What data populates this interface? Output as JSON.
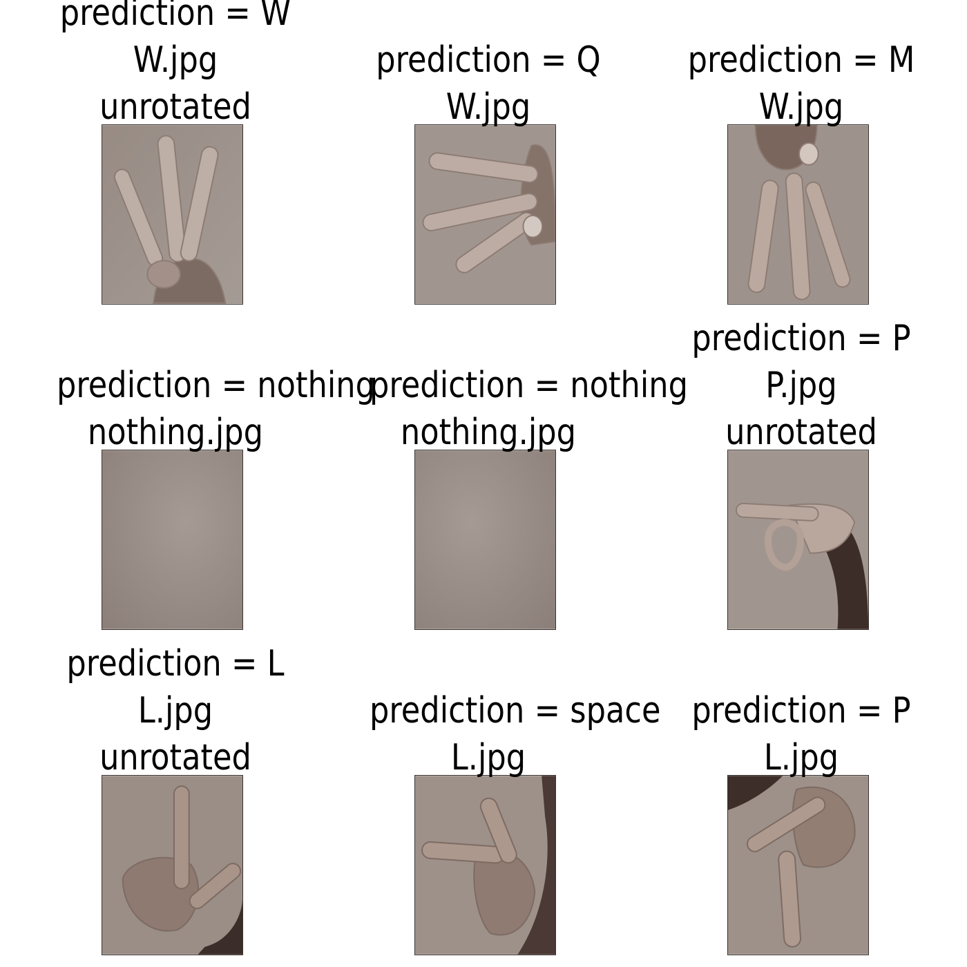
{
  "panels": [
    {
      "lines": [
        "prediction = W",
        "W.jpg",
        "unrotated"
      ],
      "image": "hand-sign-w-upright"
    },
    {
      "lines": [
        "prediction = Q",
        "W.jpg"
      ],
      "image": "hand-sign-w-rotated-left"
    },
    {
      "lines": [
        "prediction = M",
        "W.jpg"
      ],
      "image": "hand-sign-w-upside-down"
    },
    {
      "lines": [
        "prediction = nothing",
        "nothing.jpg"
      ],
      "image": "blank-background"
    },
    {
      "lines": [
        "prediction = nothing",
        "nothing.jpg"
      ],
      "image": "blank-background"
    },
    {
      "lines": [
        "prediction = P",
        "P.jpg",
        "unrotated"
      ],
      "image": "hand-sign-p-upright"
    },
    {
      "lines": [
        "prediction = L",
        "L.jpg",
        "unrotated"
      ],
      "image": "hand-sign-l-upright"
    },
    {
      "lines": [
        "prediction = space",
        "L.jpg"
      ],
      "image": "hand-sign-l-rotated"
    },
    {
      "lines": [
        "prediction = P",
        "L.jpg"
      ],
      "image": "hand-sign-l-upside-down"
    }
  ]
}
